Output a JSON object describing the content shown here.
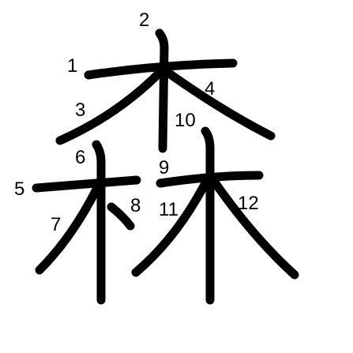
{
  "character": "森",
  "stroke_color": "#000000",
  "background": "#ffffff",
  "stroke_numbers": [
    "1",
    "2",
    "3",
    "4",
    "5",
    "6",
    "7",
    "8",
    "9",
    "10",
    "11",
    "12"
  ]
}
